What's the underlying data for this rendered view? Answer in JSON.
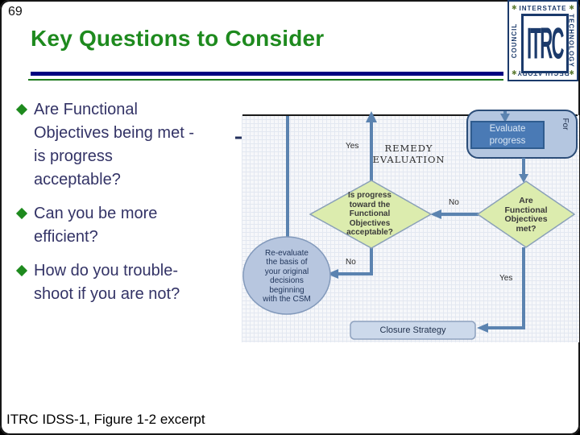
{
  "slide": {
    "number": "69",
    "title": "Key Questions to Consider",
    "footer": "ITRC IDSS-1, Figure 1-2 excerpt"
  },
  "bullets": [
    {
      "text": "Are Functional\nObjectives being met -\nis progress\nacceptable?"
    },
    {
      "text": "Can you be more\nefficient?"
    },
    {
      "text": "How do you trouble-\nshoot if you are not?"
    }
  ],
  "logo": {
    "top_word": "INTERSTATE",
    "right_word": "TECHNOLOGY",
    "bottom_word": "REGULATORY",
    "left_word": "COUNCIL",
    "center": "ITRC",
    "star": "✱"
  },
  "flowchart": {
    "stage_label": "REMEDY\nEVALUATION",
    "side_label": "For",
    "nodes": {
      "evaluate_box": "Evaluate\nprogress",
      "progress_diamond": "Is progress\ntoward the\nFunctional\nObjectives\nacceptable?",
      "objectives_diamond": "Are\nFunctional\nObjectives\nmet?",
      "reevaluate_circle": "Re-evaluate\nthe basis of\nyour original\ndecisions\nbeginning\nwith the CSM",
      "closure_box": "Closure Strategy"
    },
    "edge_labels": {
      "yes_top": "Yes",
      "no_mid": "No",
      "no_low": "No",
      "yes_low": "Yes"
    }
  },
  "colors": {
    "title_green": "#1e8a1e",
    "rule_navy": "#000080",
    "rule_green": "#1e7a1e",
    "bullet_text": "#333366",
    "arrow_blue": "#5b83b0",
    "diamond_fill": "#dcecae",
    "diamond_stroke": "#8aa0b8",
    "lane_fill": "#b4c6e0",
    "lane_stroke": "#2c4d78",
    "evaluate_fill": "#4a7ab5",
    "circle_fill": "#b7c6df",
    "closure_fill": "#ccd9eb",
    "logo_navy": "#1b3a6b",
    "logo_star_green": "#5f7d36"
  }
}
